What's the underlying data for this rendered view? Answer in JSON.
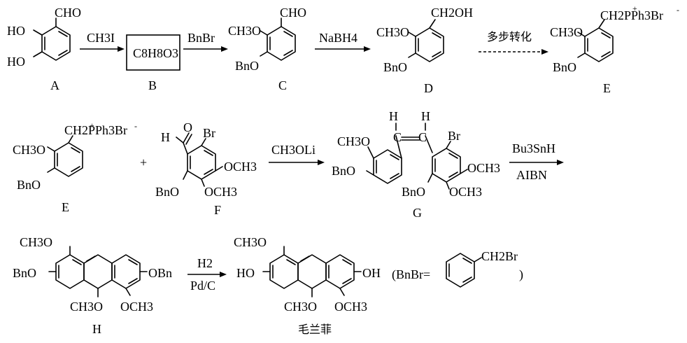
{
  "compounds": {
    "A": {
      "label": "A",
      "groups": {
        "cho": "CHO",
        "ho1": "HO",
        "ho2": "HO"
      }
    },
    "B": {
      "label": "B",
      "formula": "C8H8O3"
    },
    "C": {
      "label": "C",
      "groups": {
        "cho": "CHO",
        "ome": "CH3O",
        "obn": "BnO"
      }
    },
    "D": {
      "label": "D",
      "groups": {
        "ch2oh": "CH2OH",
        "ome": "CH3O",
        "obn": "BnO"
      }
    },
    "E": {
      "label": "E",
      "groups": {
        "salt": "CH2PPh3Br",
        "plus": "+",
        "minus": "-",
        "ome": "CH3O",
        "obn": "BnO"
      }
    },
    "F": {
      "label": "F",
      "groups": {
        "h": "H",
        "o": "O",
        "br": "Br",
        "ome1": "OCH3",
        "ome2": "OCH3",
        "obn": "BnO"
      }
    },
    "G": {
      "label": "G",
      "groups": {
        "h1": "H",
        "h2": "H",
        "br": "Br",
        "ome": "CH3O",
        "obn1": "BnO",
        "obn2": "BnO",
        "ome2": "OCH3",
        "ome3": "OCH3"
      }
    },
    "H": {
      "label": "H",
      "groups": {
        "ome": "CH3O",
        "obn1": "BnO",
        "obn2": "OBn",
        "ome2": "CH3O",
        "ome3": "OCH3"
      }
    },
    "product": {
      "label": "毛兰菲",
      "groups": {
        "ome": "CH3O",
        "ho": "HO",
        "oh": "OH",
        "ome2": "CH3O",
        "ome3": "OCH3"
      }
    }
  },
  "reagents": {
    "r1": "CH3I",
    "r2": "BnBr",
    "r3": "NaBH4",
    "r4": "多步转化",
    "r5": "CH3OLi",
    "r6a": "Bu3SnH",
    "r6b": "AIBN",
    "r7a": "H2",
    "r7b": "Pd/C"
  },
  "misc": {
    "plus_sign": "+",
    "bnbr_prefix": "(BnBr=",
    "bnbr_group": "CH2Br",
    "bnbr_suffix": ")"
  }
}
